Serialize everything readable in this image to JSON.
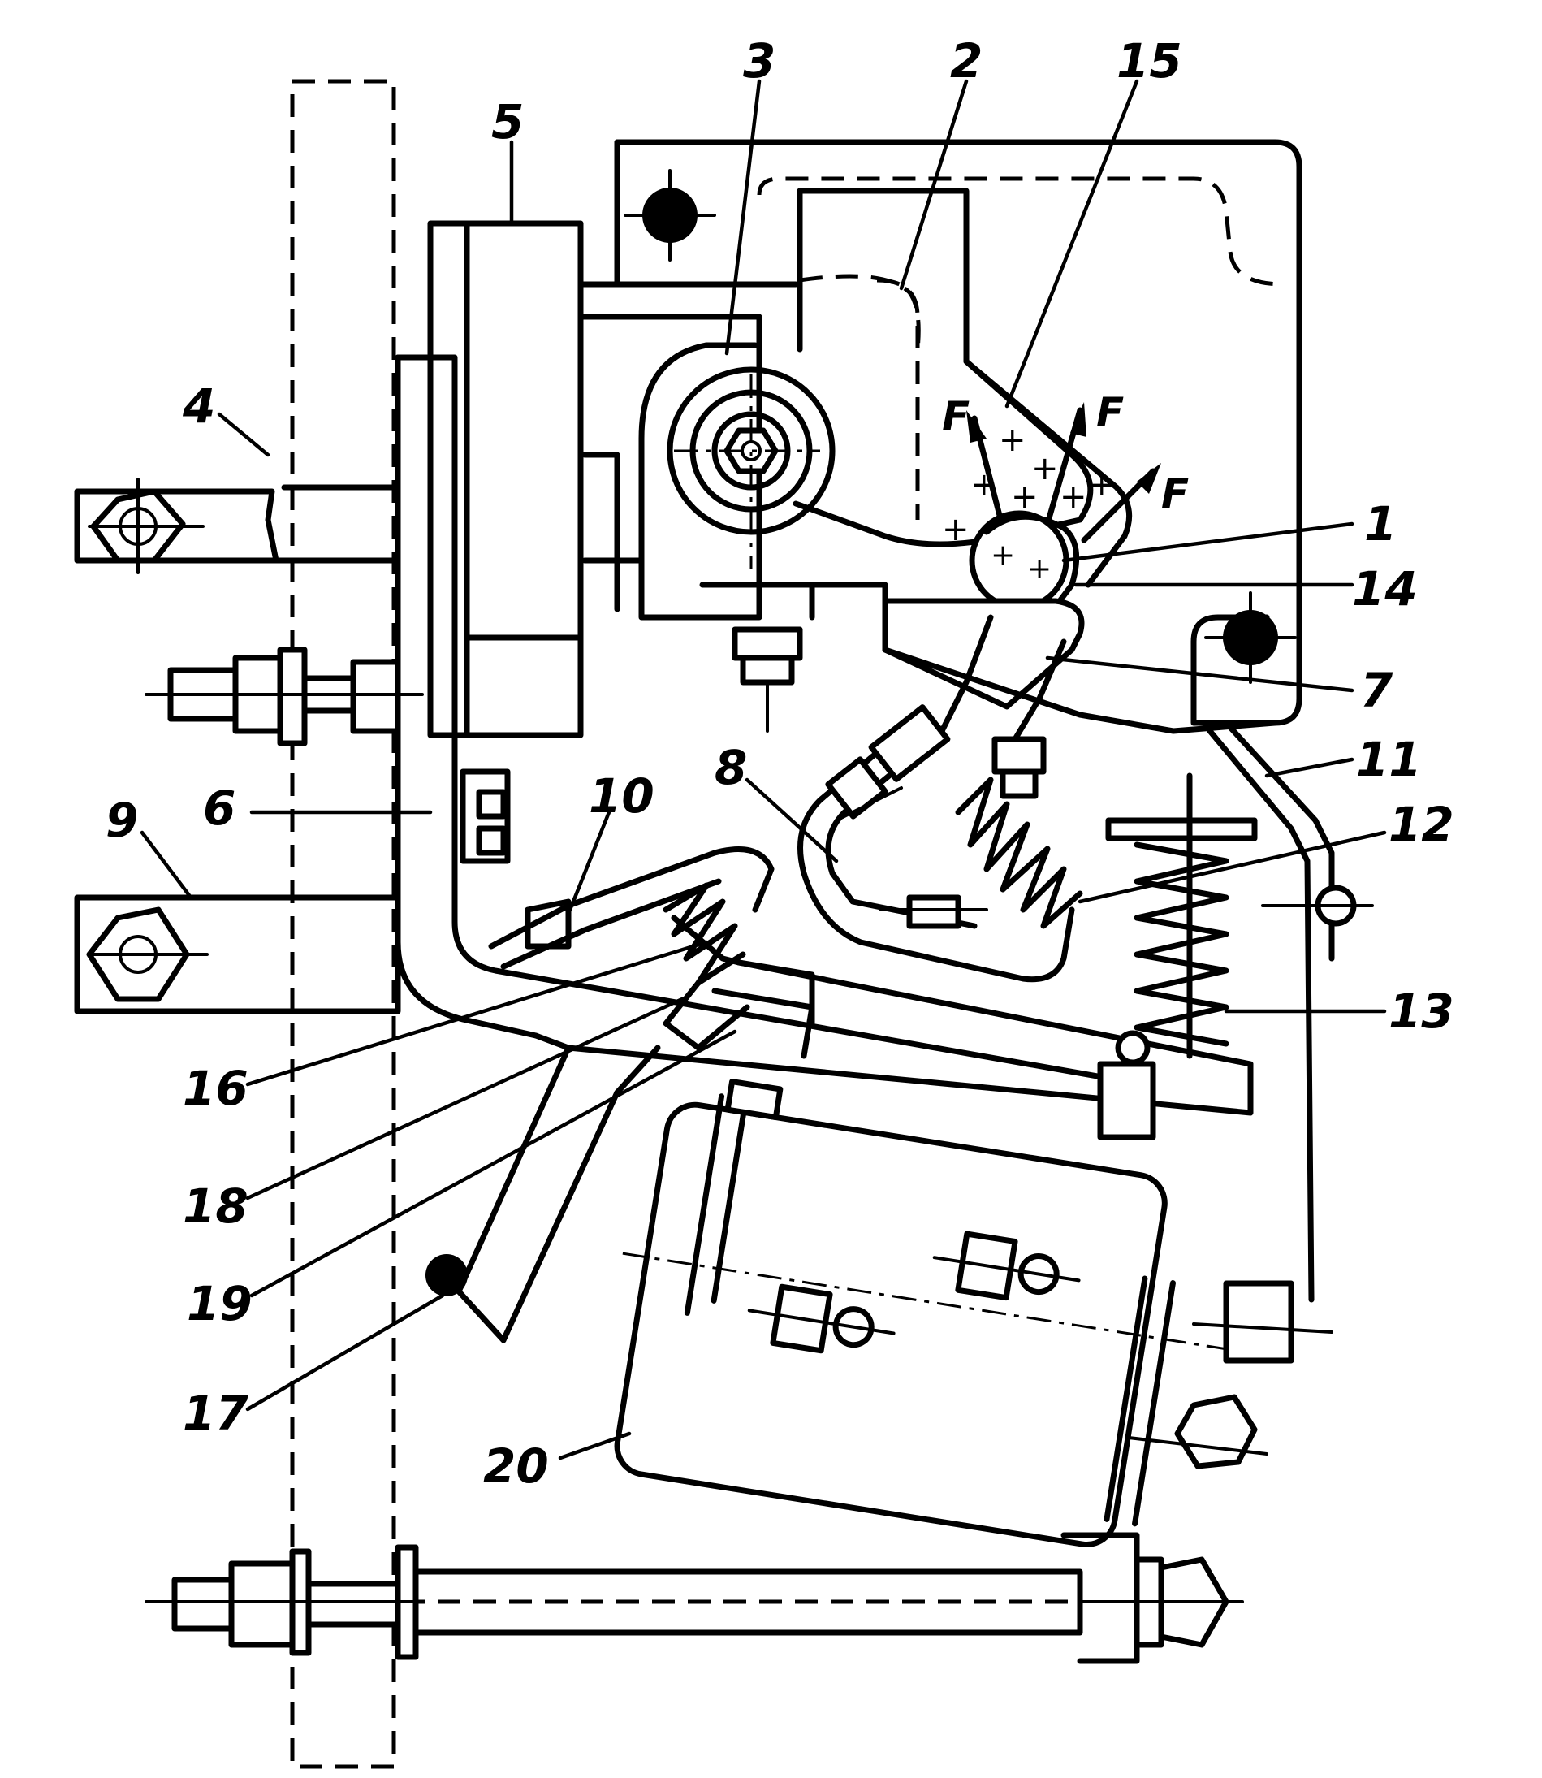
{
  "labels": [
    {
      "id": "1",
      "text": "1"
    },
    {
      "id": "2",
      "text": "2"
    },
    {
      "id": "3",
      "text": "3"
    },
    {
      "id": "4",
      "text": "4"
    },
    {
      "id": "5",
      "text": "5"
    },
    {
      "id": "6",
      "text": "6"
    },
    {
      "id": "7",
      "text": "7"
    },
    {
      "id": "8",
      "text": "8"
    },
    {
      "id": "9",
      "text": "9"
    },
    {
      "id": "10",
      "text": "10"
    },
    {
      "id": "11",
      "text": "11"
    },
    {
      "id": "12",
      "text": "12"
    },
    {
      "id": "13",
      "text": "13"
    },
    {
      "id": "14",
      "text": "14"
    },
    {
      "id": "15",
      "text": "15"
    },
    {
      "id": "16",
      "text": "16"
    },
    {
      "id": "17",
      "text": "17"
    },
    {
      "id": "18",
      "text": "18"
    },
    {
      "id": "19",
      "text": "19"
    },
    {
      "id": "20",
      "text": "20"
    }
  ],
  "forces": [
    {
      "id": "f1",
      "text": "F"
    },
    {
      "id": "f2",
      "text": "F"
    },
    {
      "id": "f3",
      "text": "F"
    }
  ]
}
